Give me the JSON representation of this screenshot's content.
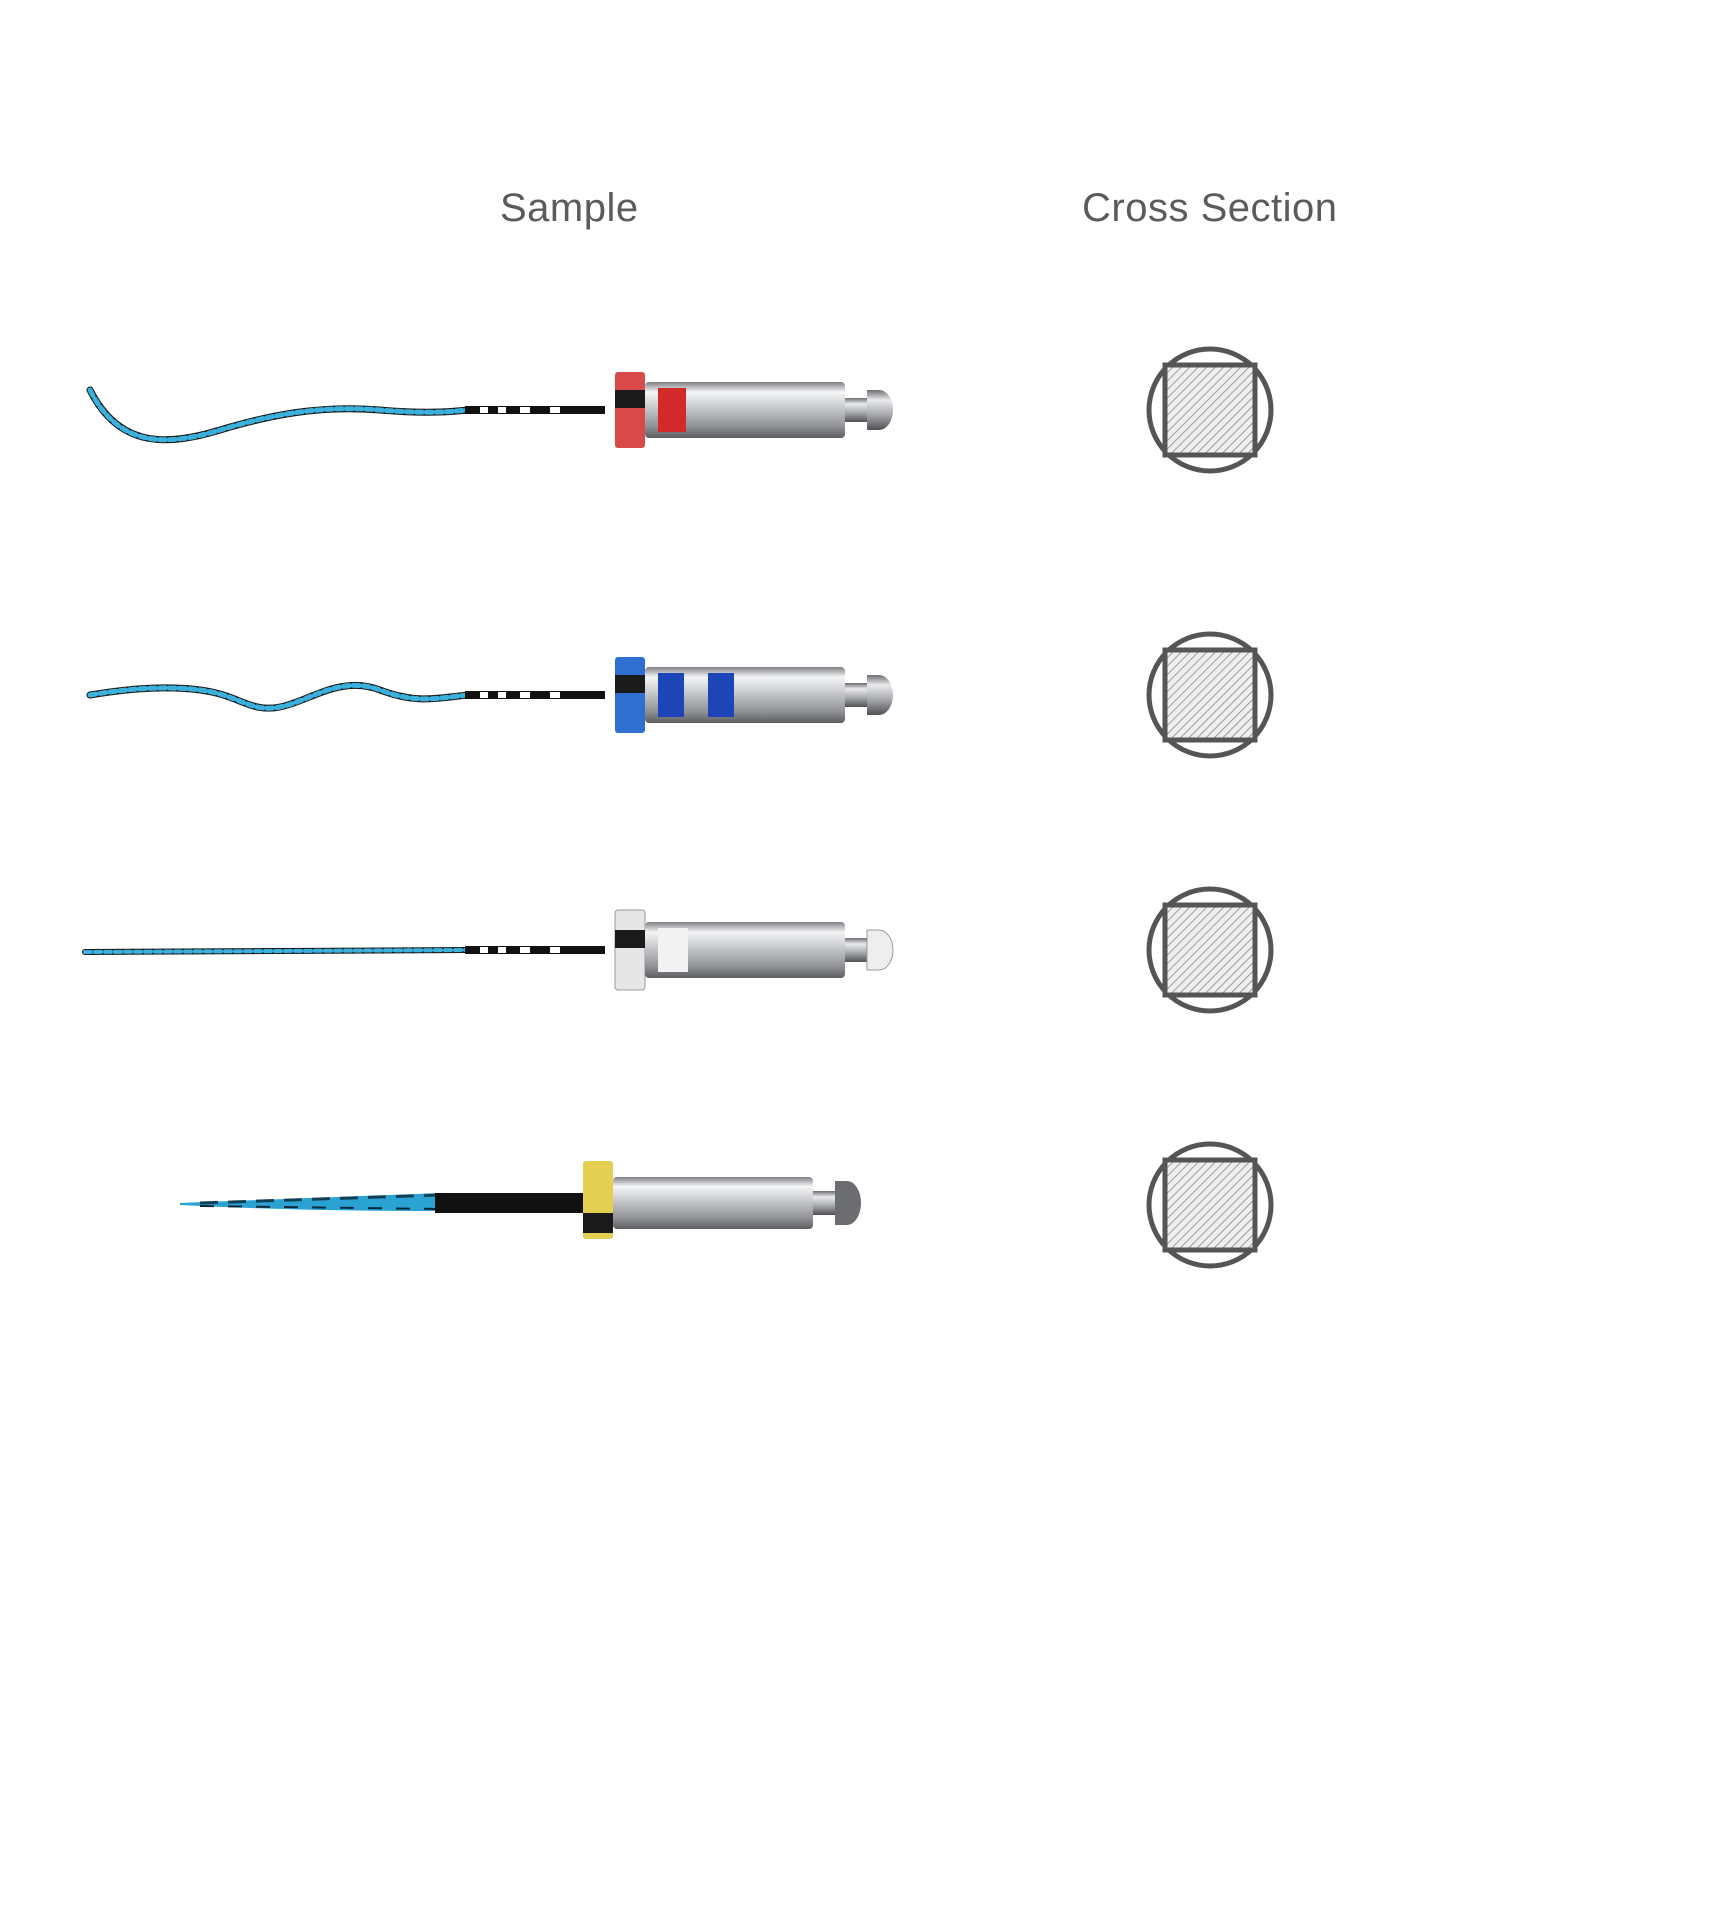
{
  "header": {
    "sample_label": "Sample",
    "cross_section_label": "Cross Section"
  },
  "samples": [
    {
      "collar_color": "#d84a4a",
      "band_color": "#d22a2a",
      "band_count": 1,
      "shape": "wavy"
    },
    {
      "collar_color": "#2f6fcf",
      "band_color": "#1c46b8",
      "band_count": 2,
      "shape": "wiggly"
    },
    {
      "collar_color": "#e6e6e6",
      "band_color": "#f2f2f2",
      "band_count": 1,
      "shape": "straight"
    },
    {
      "collar_color": "#e3cf52",
      "band_color": "#e3cf52",
      "band_count": 0,
      "shape": "twisted"
    }
  ],
  "cross_sections": [
    {
      "shape": "square-in-circle"
    },
    {
      "shape": "square-in-circle"
    },
    {
      "shape": "square-in-circle"
    },
    {
      "shape": "square-in-circle"
    }
  ]
}
